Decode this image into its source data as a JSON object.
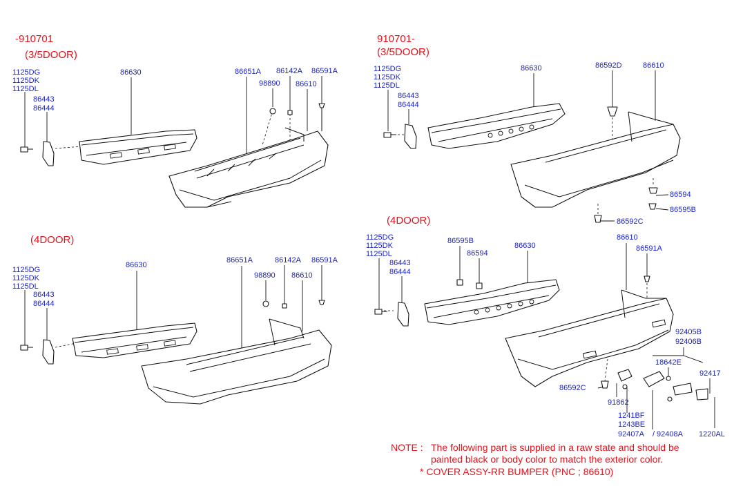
{
  "sections": {
    "top_left": {
      "range": "-910701",
      "door": "(3/5DOOR)"
    },
    "top_right": {
      "range": "910701-",
      "door": "(3/5DOOR)"
    },
    "bottom_left": {
      "door": "(4DOOR)"
    },
    "bottom_right": {
      "door": "(4DOOR)"
    }
  },
  "labels": {
    "tl": [
      "1125DG",
      "1125DK",
      "1125DL",
      "86443",
      "86444",
      "86630",
      "86651A",
      "86142A",
      "86591A",
      "98890",
      "86610"
    ],
    "tr": [
      "1125DG",
      "1125DK",
      "1125DL",
      "86443",
      "86444",
      "86630",
      "86592D",
      "86610",
      "86594",
      "86595B",
      "86592C"
    ],
    "bl": [
      "1125DG",
      "1125DK",
      "1125DL",
      "86443",
      "86444",
      "86630",
      "86651A",
      "86142A",
      "86591A",
      "98890",
      "86610"
    ],
    "br": [
      "1125DG",
      "1125DK",
      "1125DL",
      "86443",
      "86444",
      "86595B",
      "86594",
      "86630",
      "86610",
      "86591A",
      "92405B",
      "92406B",
      "18642E",
      "92417",
      "86592C",
      "91862",
      "1241BF",
      "1243BE",
      "92407A",
      "92408A",
      "1220AL"
    ]
  },
  "note": {
    "prefix": "NOTE :",
    "line1": "The following part is supplied in a raw state and should be",
    "line2": "painted black or body color to match the exterior color.",
    "line3": "*  COVER ASSY-RR BUMPER (PNC ; 86610)"
  },
  "colors": {
    "label": "#1a23c8",
    "header": "#e8101a",
    "line": "#111111"
  }
}
